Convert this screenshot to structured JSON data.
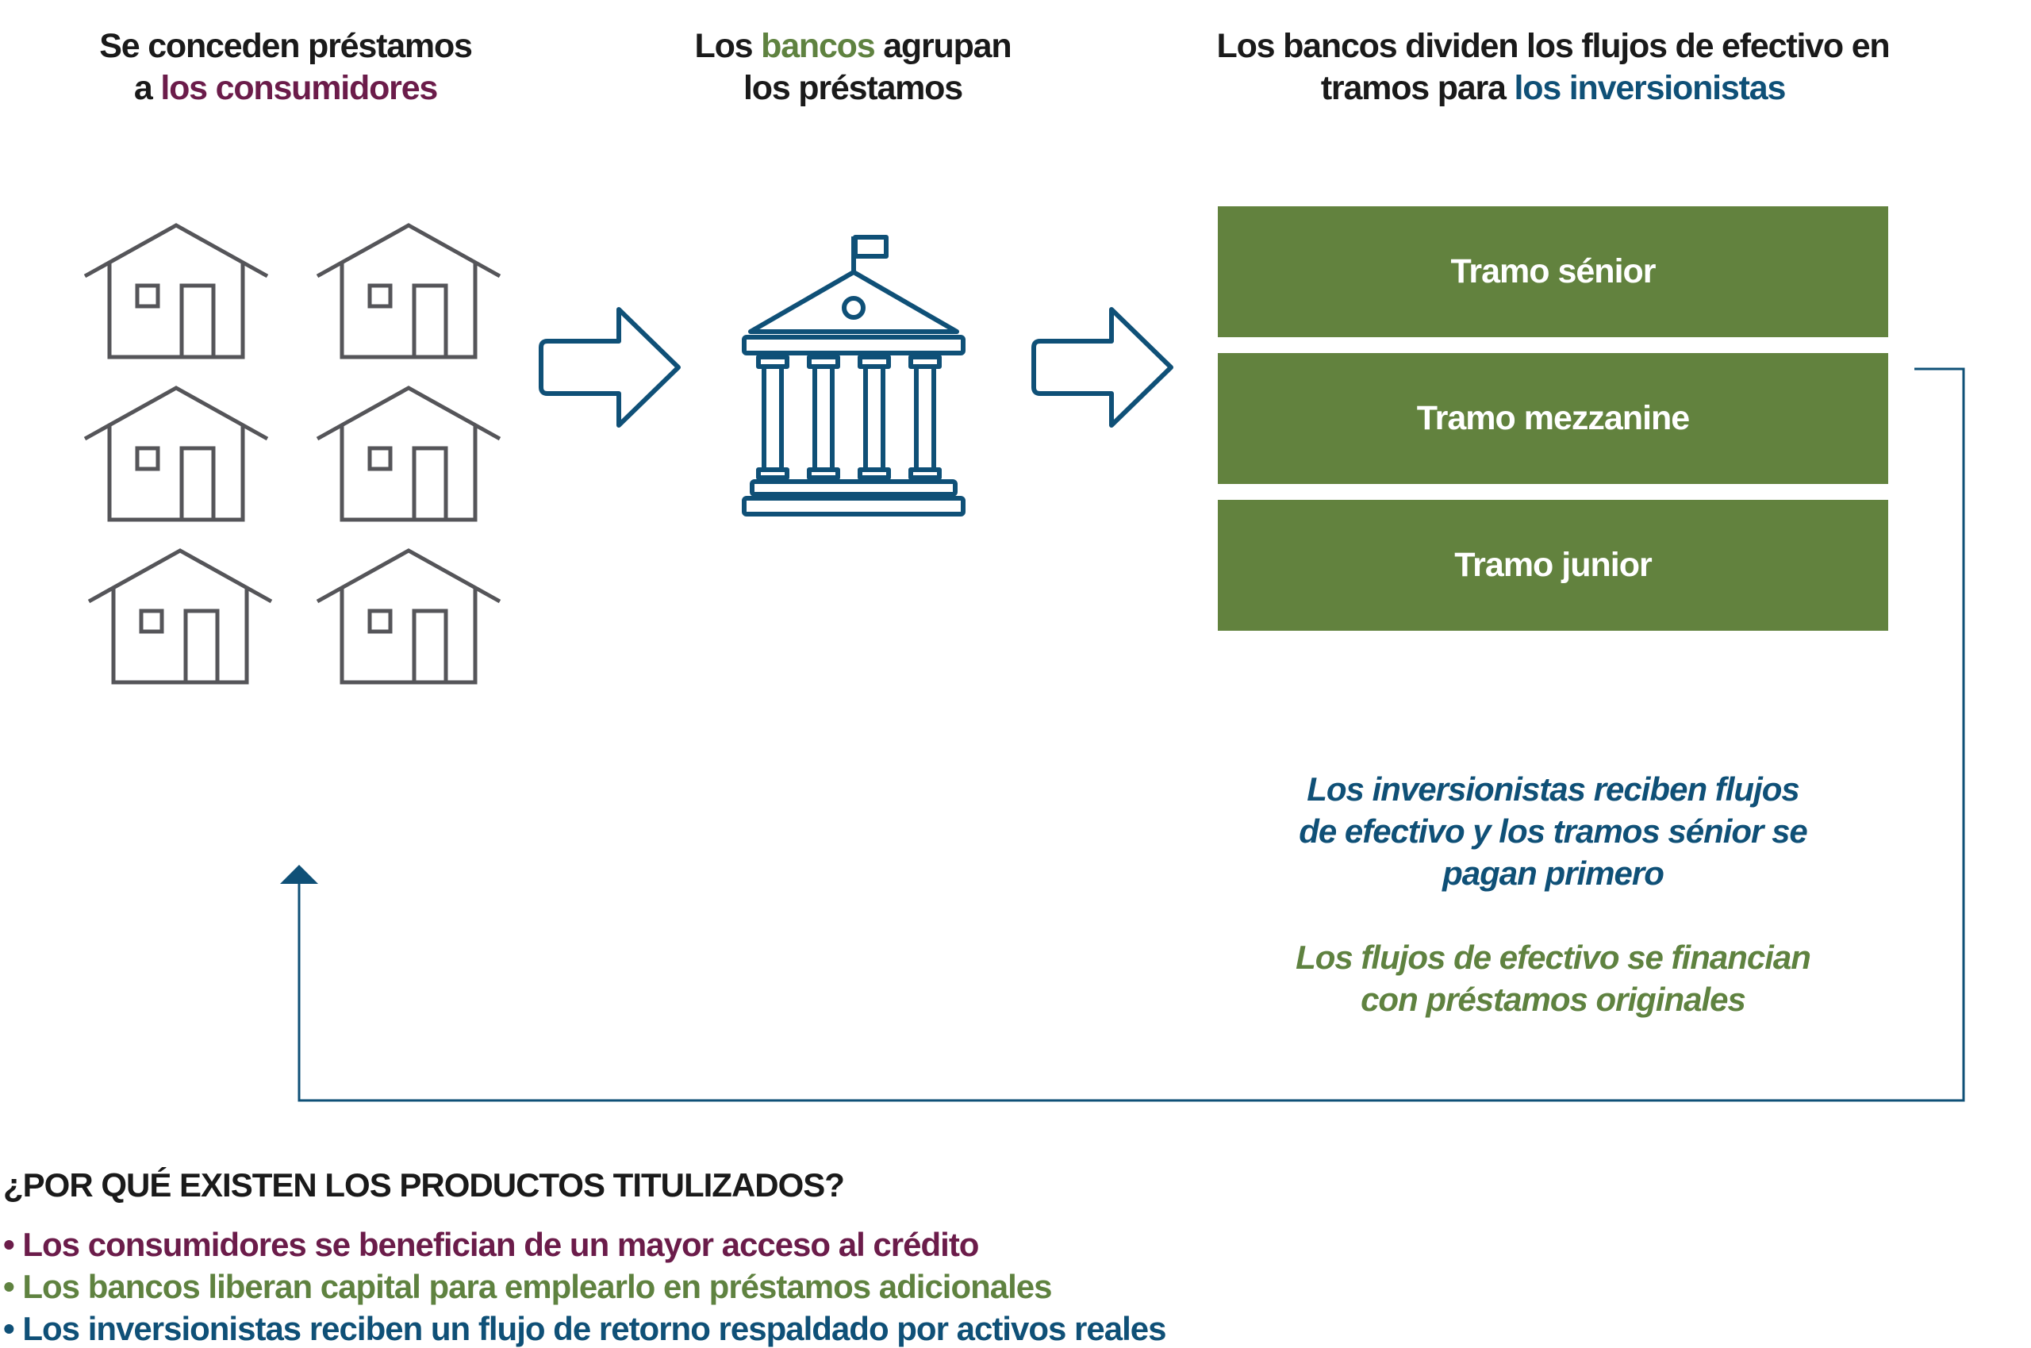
{
  "colors": {
    "consumer": "#6b1c4a",
    "bank": "#5f8240",
    "investor": "#0f5077",
    "house_stroke": "#555559",
    "tranche_fill": "#62823e",
    "text": "#1a1a1a"
  },
  "step1": {
    "line1": "Se conceden préstamos",
    "line2_prefix": "a ",
    "line2_highlight": "los consumidores"
  },
  "step2": {
    "line1_prefix": "Los ",
    "line1_highlight": "bancos",
    "line1_suffix": " agrupan",
    "line2": "los préstamos"
  },
  "step3": {
    "line1": "Los bancos dividen los flujos de efectivo en",
    "line2_prefix": "tramos para ",
    "line2_highlight": "los inversionistas"
  },
  "tranches": [
    {
      "label": "Tramo sénior"
    },
    {
      "label": "Tramo mezzanine"
    },
    {
      "label": "Tramo junior"
    }
  ],
  "notes": {
    "investors": [
      "Los inversionistas reciben flujos",
      "de efectivo y los tramos sénior se",
      "pagan primero"
    ],
    "funding": [
      "Los flujos de efectivo se financian",
      "con préstamos originales"
    ]
  },
  "footer": {
    "title": "¿POR QUÉ EXISTEN LOS PRODUCTOS TITULIZADOS?",
    "bullets": [
      "• Los consumidores se benefician de un mayor acceso al crédito",
      "• Los bancos liberan capital para emplearlo en préstamos adicionales",
      "• Los inversionistas reciben un flujo de retorno respaldado por activos reales"
    ]
  },
  "icons": {
    "houses": "house-icon",
    "bank": "bank-building-icon",
    "arrows": "right-arrow-icon"
  }
}
